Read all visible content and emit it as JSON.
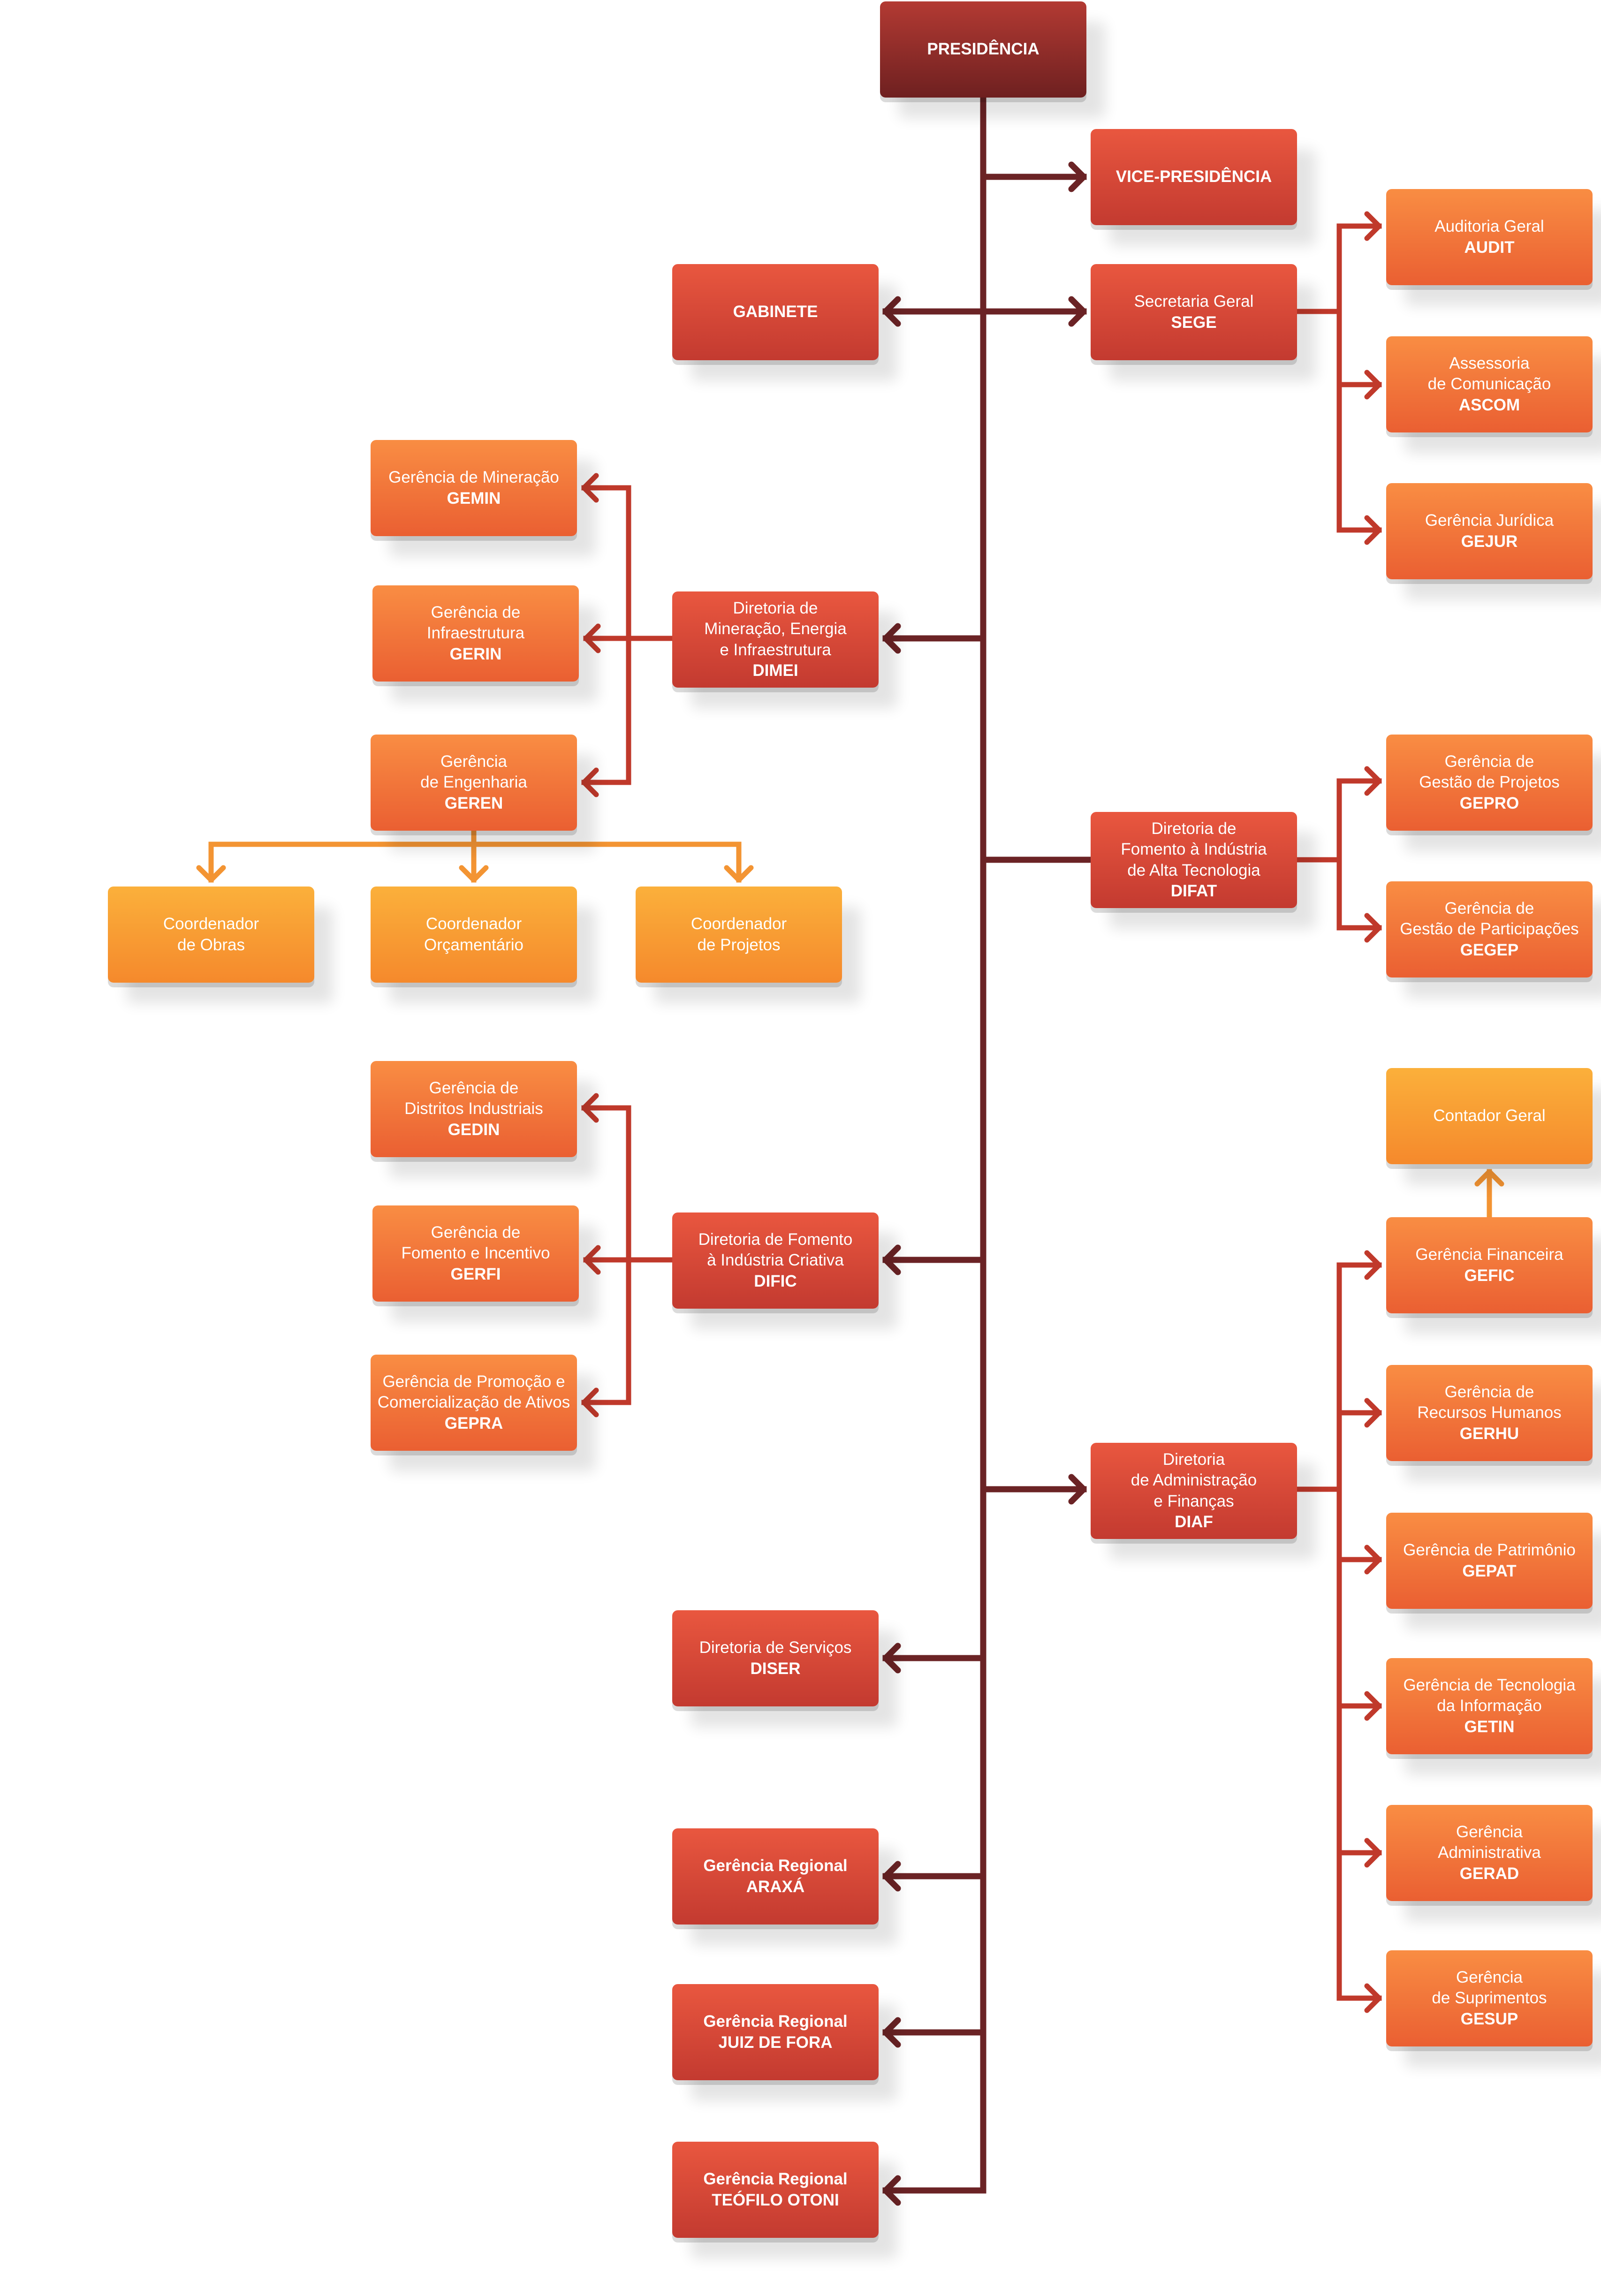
{
  "colors": {
    "trunk": "#6b2325",
    "red_link": "#c0392b",
    "orange_link": "#f39433"
  },
  "nodes": {
    "presidencia": {
      "lines": [
        "PRESIDÊNCIA"
      ]
    },
    "vice": {
      "lines": [
        "VICE-PRESIDÊNCIA"
      ]
    },
    "gabinete": {
      "lines": [
        "GABINETE"
      ]
    },
    "sege": {
      "lines": [
        "Secretaria Geral"
      ],
      "code": "SEGE"
    },
    "audit": {
      "lines": [
        "Auditoria Geral"
      ],
      "code": "AUDIT"
    },
    "ascom": {
      "lines": [
        "Assessoria",
        "de Comunicação"
      ],
      "code": "ASCOM"
    },
    "gejur": {
      "lines": [
        "Gerência Jurídica"
      ],
      "code": "GEJUR"
    },
    "gemin": {
      "lines": [
        "Gerência de Mineração"
      ],
      "code": "GEMIN"
    },
    "gerin": {
      "lines": [
        "Gerência de",
        "Infraestrutura"
      ],
      "code": "GERIN"
    },
    "dimei": {
      "lines": [
        "Diretoria de",
        "Mineração, Energia",
        "e Infraestrutura"
      ],
      "code": "DIMEI"
    },
    "geren": {
      "lines": [
        "Gerência",
        "de Engenharia"
      ],
      "code": "GEREN"
    },
    "obras": {
      "lines": [
        "Coordenador",
        "de Obras"
      ]
    },
    "orcamentario": {
      "lines": [
        "Coordenador",
        "Orçamentário"
      ]
    },
    "projetos": {
      "lines": [
        "Coordenador",
        "de Projetos"
      ]
    },
    "difat": {
      "lines": [
        "Diretoria de",
        "Fomento à Indústria",
        "de Alta Tecnologia"
      ],
      "code": "DIFAT"
    },
    "gepro": {
      "lines": [
        "Gerência de",
        "Gestão de Projetos"
      ],
      "code": "GEPRO"
    },
    "gegep": {
      "lines": [
        "Gerência de",
        "Gestão de Participações"
      ],
      "code": "GEGEP"
    },
    "gedin": {
      "lines": [
        "Gerência de",
        "Distritos Industriais"
      ],
      "code": "GEDIN"
    },
    "gerfi": {
      "lines": [
        "Gerência de",
        "Fomento e Incentivo"
      ],
      "code": "GERFI"
    },
    "gepra": {
      "lines": [
        "Gerência de Promoção e",
        "Comercialização de Ativos"
      ],
      "code": "GEPRA"
    },
    "dific": {
      "lines": [
        "Diretoria de Fomento",
        "à Indústria Criativa"
      ],
      "code": "DIFIC"
    },
    "contador": {
      "lines": [
        "Contador Geral"
      ]
    },
    "gefic": {
      "lines": [
        "Gerência Financeira"
      ],
      "code": "GEFIC"
    },
    "gerhu": {
      "lines": [
        "Gerência de",
        "Recursos Humanos"
      ],
      "code": "GERHU"
    },
    "diaf": {
      "lines": [
        "Diretoria",
        "de Administração",
        "e Finanças"
      ],
      "code": "DIAF"
    },
    "gepat": {
      "lines": [
        "Gerência de Patrimônio"
      ],
      "code": "GEPAT"
    },
    "getin": {
      "lines": [
        "Gerência de Tecnologia",
        "da Informação"
      ],
      "code": "GETIN"
    },
    "gerad": {
      "lines": [
        "Gerência",
        "Administrativa"
      ],
      "code": "GERAD"
    },
    "gesup": {
      "lines": [
        "Gerência",
        "de Suprimentos"
      ],
      "code": "GESUP"
    },
    "diser": {
      "lines": [
        "Diretoria de Serviços"
      ],
      "code": "DISER"
    },
    "araxa": {
      "lines": [
        "Gerência Regional",
        "ARAXÁ"
      ]
    },
    "juiz": {
      "lines": [
        "Gerência Regional",
        "JUIZ DE FORA"
      ]
    },
    "teofilo": {
      "lines": [
        "Gerência Regional",
        "TEÓFILO OTONI"
      ]
    }
  }
}
